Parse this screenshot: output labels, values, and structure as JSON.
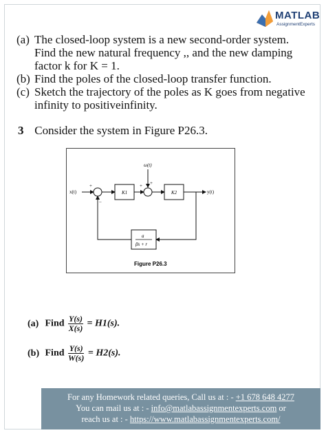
{
  "brand": {
    "name": "MATLAB",
    "tagline": "AssignmentExperts"
  },
  "questions": [
    {
      "mark": "(a)",
      "lines": [
        "The closed-loop system is a new second-order system.",
        "Find the new natural frequency ,, and the new damping",
        "factor k for K = 1."
      ]
    },
    {
      "mark": "(b)",
      "lines": [
        "Find the poles of the closed-loop transfer function."
      ]
    },
    {
      "mark": "(c)",
      "lines": [
        "Sketch the trajectory of the poles as K goes from negative",
        "infinity to positiveinfinity."
      ]
    }
  ],
  "section": {
    "number": "3",
    "text": "Consider the system in Figure P26.3."
  },
  "figure": {
    "caption": "Figure P26.3",
    "input": "x(t)",
    "output": "y(t)",
    "disturbance": "ω(t)",
    "block1": "K1",
    "block2": "K2",
    "feedback_num": "a",
    "feedback_den": "βs + r",
    "sum1_signs": [
      "+",
      "−"
    ],
    "sum2_signs": [
      "+",
      "+"
    ]
  },
  "equations": [
    {
      "label": "(a)",
      "find": "Find",
      "num": "Y(s)",
      "den": "X(s)",
      "result": "= H1(s)."
    },
    {
      "label": "(b)",
      "find": "Find",
      "num": "Y(s)",
      "den": "W(s)",
      "result": "= H2(s)."
    }
  ],
  "footer": {
    "line1_text": "For any Homework related queries, Call us at : -",
    "phone": "+1 678 648 4277",
    "line2_text": "You can mail us at : -",
    "email": "info@matlabassignmentexperts.com",
    "line2_tail": "or",
    "line3_text": "reach us at : -",
    "website": "https://www.matlabassignmentexperts.com/"
  }
}
